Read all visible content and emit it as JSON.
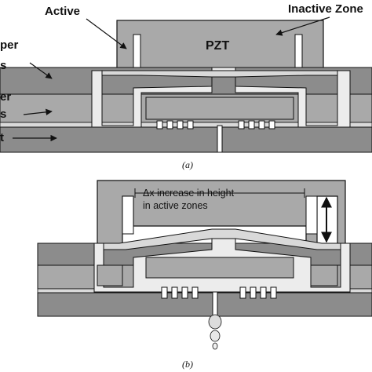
{
  "figure_a": {
    "label_active": "Active",
    "label_inactive_zone": "Inactive Zone",
    "label_pzt": "PZT",
    "label_left_1": "per",
    "label_left_2": "s",
    "label_left_3": "er",
    "label_left_4": "s",
    "label_left_5": "t",
    "caption": "(a)"
  },
  "figure_b": {
    "annotation_line1": "Δx increase in height",
    "annotation_line2": "in active zones",
    "caption": "(b)"
  },
  "colors": {
    "outline": "#111111",
    "dark_gray": "#8c8c8c",
    "mid_gray": "#a9a9a9",
    "light_gray": "#d9d9d9",
    "cavity": "#ececec",
    "white": "#ffffff"
  }
}
